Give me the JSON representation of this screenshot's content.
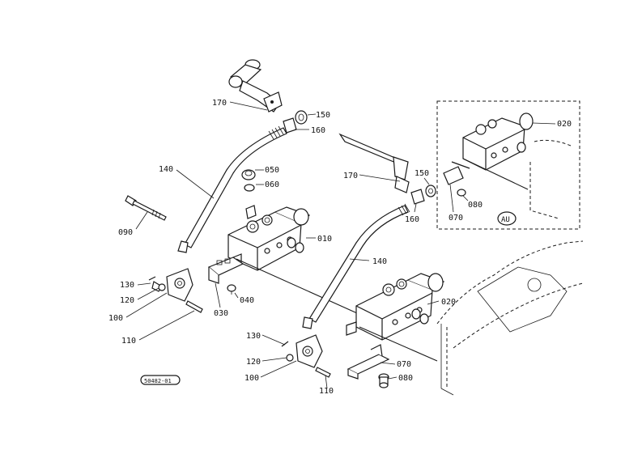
{
  "labels": [
    {
      "name": "label-170-top",
      "text": "170"
    },
    {
      "name": "label-150-top",
      "text": "150"
    },
    {
      "name": "label-160-top",
      "text": "160"
    },
    {
      "name": "label-140-left",
      "text": "140"
    },
    {
      "name": "label-050",
      "text": "050"
    },
    {
      "name": "label-060",
      "text": "060"
    },
    {
      "name": "label-090",
      "text": "090"
    },
    {
      "name": "label-010",
      "text": "010"
    },
    {
      "name": "label-130-left",
      "text": "130"
    },
    {
      "name": "label-120-left",
      "text": "120"
    },
    {
      "name": "label-100-left",
      "text": "100"
    },
    {
      "name": "label-110-left",
      "text": "110"
    },
    {
      "name": "label-030",
      "text": "030"
    },
    {
      "name": "label-040",
      "text": "040"
    },
    {
      "name": "label-170-mid",
      "text": "170"
    },
    {
      "name": "label-150-mid",
      "text": "150"
    },
    {
      "name": "label-160-mid",
      "text": "160"
    },
    {
      "name": "label-140-mid",
      "text": "140"
    },
    {
      "name": "label-020-mid",
      "text": "020"
    },
    {
      "name": "label-130-right",
      "text": "130"
    },
    {
      "name": "label-120-right",
      "text": "120"
    },
    {
      "name": "label-100-right",
      "text": "100"
    },
    {
      "name": "label-110-right",
      "text": "110"
    },
    {
      "name": "label-070-bottom",
      "text": "070"
    },
    {
      "name": "label-080-bottom",
      "text": "080"
    },
    {
      "name": "label-020-inset",
      "text": "020"
    },
    {
      "name": "label-080-inset",
      "text": "080"
    },
    {
      "name": "label-070-inset",
      "text": "070"
    }
  ],
  "inset_badge": "AU",
  "drawing_code": "50482-01"
}
